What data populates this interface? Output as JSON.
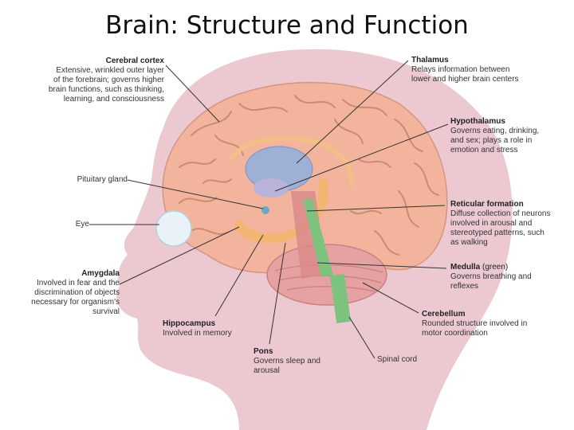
{
  "title": "Brain: Structure and Function",
  "colors": {
    "head": "#ecc9d0",
    "brain": "#f3b49e",
    "brain_gyri": "#c98a78",
    "cerebellum": "#e6a1a2",
    "thalamus": "#9fb0d6",
    "hypothalamus": "#b9b2d9",
    "limbic": "#f2b56a",
    "medulla": "#7dc27d",
    "eye": "#e8f2f8",
    "leader": "#333333"
  },
  "labels": {
    "cerebral_cortex": {
      "name": "Cerebral cortex",
      "line1": "Extensive, wrinkled outer layer",
      "line2": "of the forebrain; governs higher",
      "line3": "brain functions, such as thinking,",
      "line4": "learning, and consciousness"
    },
    "thalamus": {
      "name": "Thalamus",
      "line1": "Relays information between",
      "line2": "lower and higher brain centers"
    },
    "hypothalamus": {
      "name": "Hypothalamus",
      "line1": "Governs eating, drinking,",
      "line2": "and sex; plays a role in",
      "line3": "emotion and stress"
    },
    "pituitary": {
      "name": "Pituitary gland"
    },
    "eye": {
      "name": "Eye"
    },
    "reticular": {
      "name": "Reticular formation",
      "line1": "Diffuse collection of neurons",
      "line2": "involved in arousal and",
      "line3": "stereotyped patterns, such",
      "line4": "as walking"
    },
    "amygdala": {
      "name": "Amygdala",
      "line1": "Involved in fear and the",
      "line2": "discrimination of objects",
      "line3": "necessary for organism's",
      "line4": "survival"
    },
    "medulla": {
      "name": "Medulla",
      "note": "(green)",
      "line1": "Governs breathing and",
      "line2": "reflexes"
    },
    "hippocampus": {
      "name": "Hippocampus",
      "line1": "Involved in memory"
    },
    "cerebellum": {
      "name": "Cerebellum",
      "line1": "Rounded structure involved in",
      "line2": "motor coordination"
    },
    "pons": {
      "name": "Pons",
      "line1": "Governs sleep and",
      "line2": "arousal"
    },
    "spinal_cord": {
      "name": "Spinal cord"
    }
  }
}
